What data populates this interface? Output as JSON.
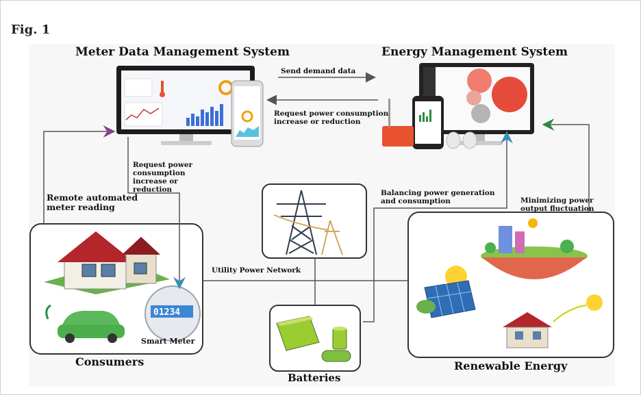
{
  "figure": {
    "label": "Fig. 1"
  },
  "systems": {
    "mdms": "Meter Data Management System",
    "ems": "Energy Management System"
  },
  "blocks": {
    "consumers": "Consumers",
    "batteries": "Batteries",
    "renewable": "Renewable Energy",
    "smart_meter": "Smart Meter",
    "meter_reading": "01234"
  },
  "labels": {
    "send_demand": "Send demand data",
    "request_power_top": "Request power consumption increase or reduction",
    "request_power_left": "Request power consumption increase or reduction",
    "remote_reading": "Remote automated meter reading",
    "utility_network": "Utility Power Network",
    "balancing": "Balancing power generation and consumption",
    "minimizing": "Minimizing power output fluctuation"
  },
  "colors": {
    "arrow": "#555555",
    "arrow_head_purple": "#8a3f8f",
    "arrow_head_green": "#2e8b3d",
    "house_roof": "#b3262b",
    "grass": "#6ab04c",
    "ems_red": "#e64a3a",
    "battery_green": "#9acd32",
    "solar_blue": "#2f6db5"
  }
}
